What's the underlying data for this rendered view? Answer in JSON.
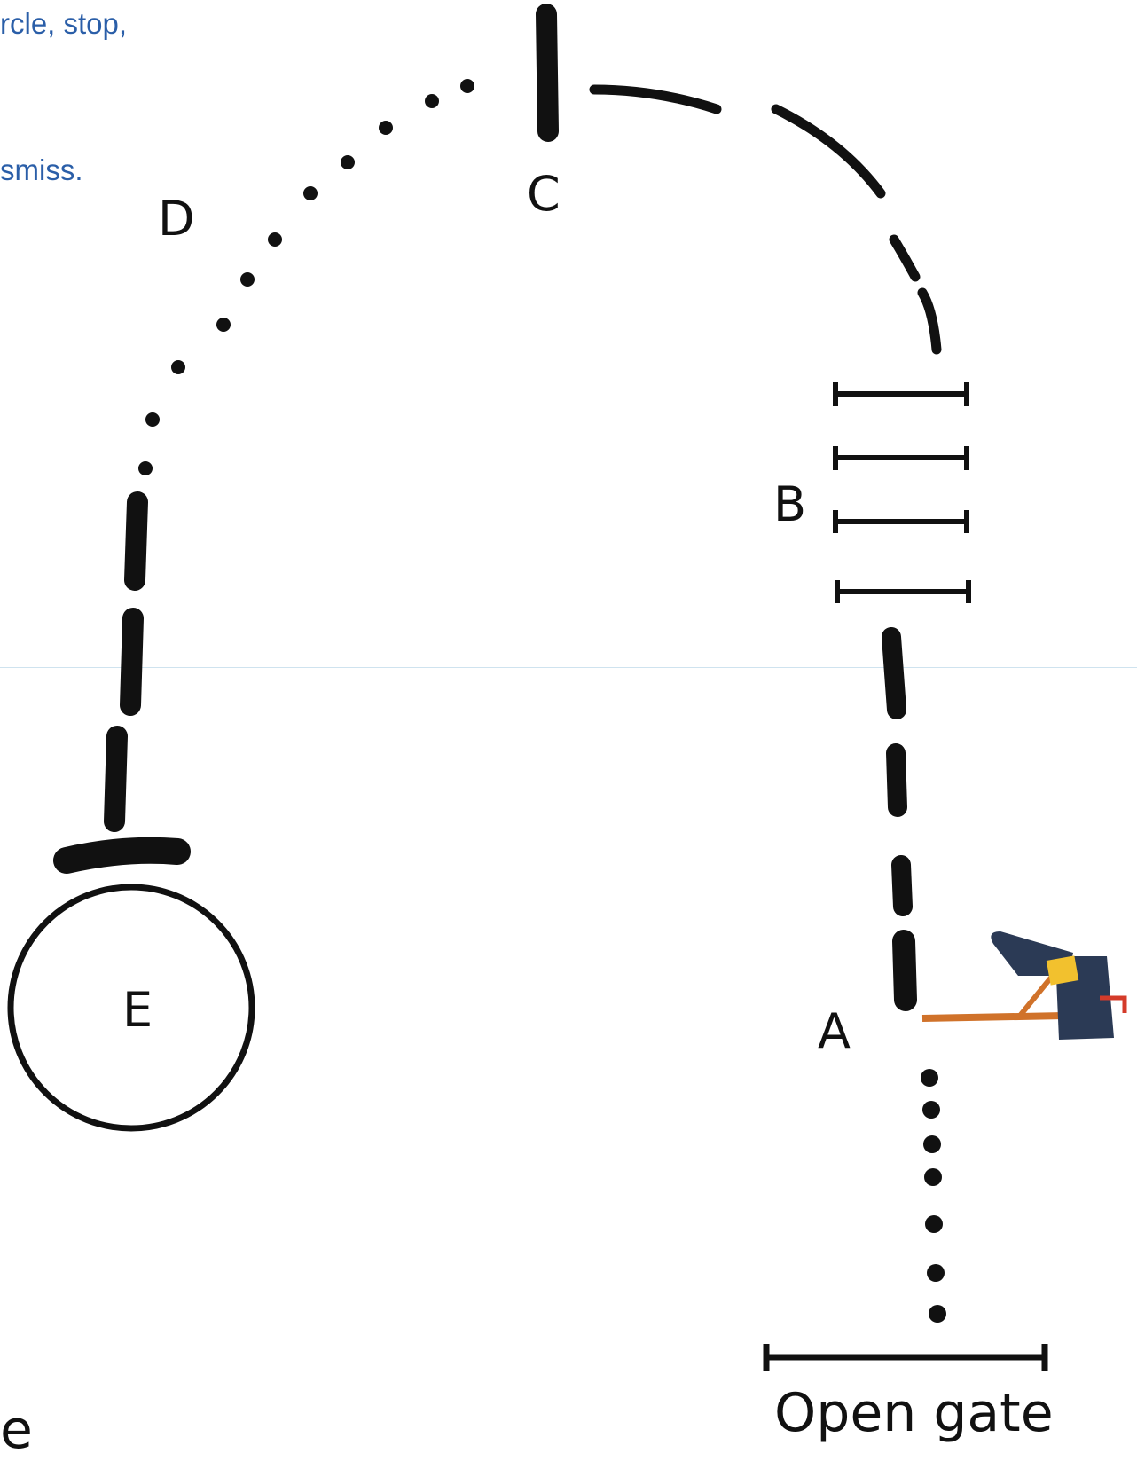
{
  "text_fragments": {
    "top_left_line1": "rcle, stop,",
    "top_left_line2": "smiss.",
    "bottom_left": "e"
  },
  "stations": {
    "A": "A",
    "B": "B",
    "C": "C",
    "D": "D",
    "E": "E"
  },
  "gate": {
    "label": "Open gate"
  },
  "icons": {
    "hand_drill": "hand-drill-icon"
  },
  "colors": {
    "path": "#111111",
    "blue_text": "#2a5ea8",
    "drill_body": "#2b3a55",
    "drill_handle": "#d0722a",
    "drill_accent": "#f2c12e",
    "drill_trigger": "#d43b2a"
  }
}
